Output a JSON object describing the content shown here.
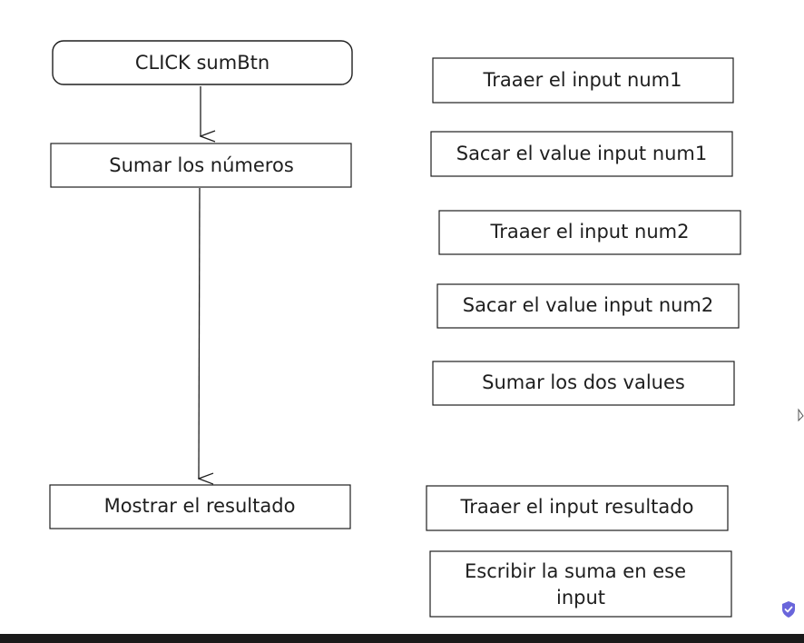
{
  "left_column": {
    "start": "CLICK sumBtn",
    "sum_step": "Sumar los números",
    "show_step": "Mostrar el resultado"
  },
  "right_column": {
    "steps": [
      "Traaer el input num1",
      "Sacar el value input num1",
      "Traaer el input num2",
      "Sacar el value input num2",
      "Sumar los dos values",
      "Traaer el input resultado"
    ],
    "last_step_lines": [
      "Escribir la suma en ese",
      "input"
    ]
  },
  "colors": {
    "stroke": "#1e1e1e",
    "background": "#ffffff",
    "shield": "#6965db",
    "bottom_bar": "#1a1a1a"
  },
  "icons": [
    "shield-check-icon",
    "cursor-icon"
  ]
}
